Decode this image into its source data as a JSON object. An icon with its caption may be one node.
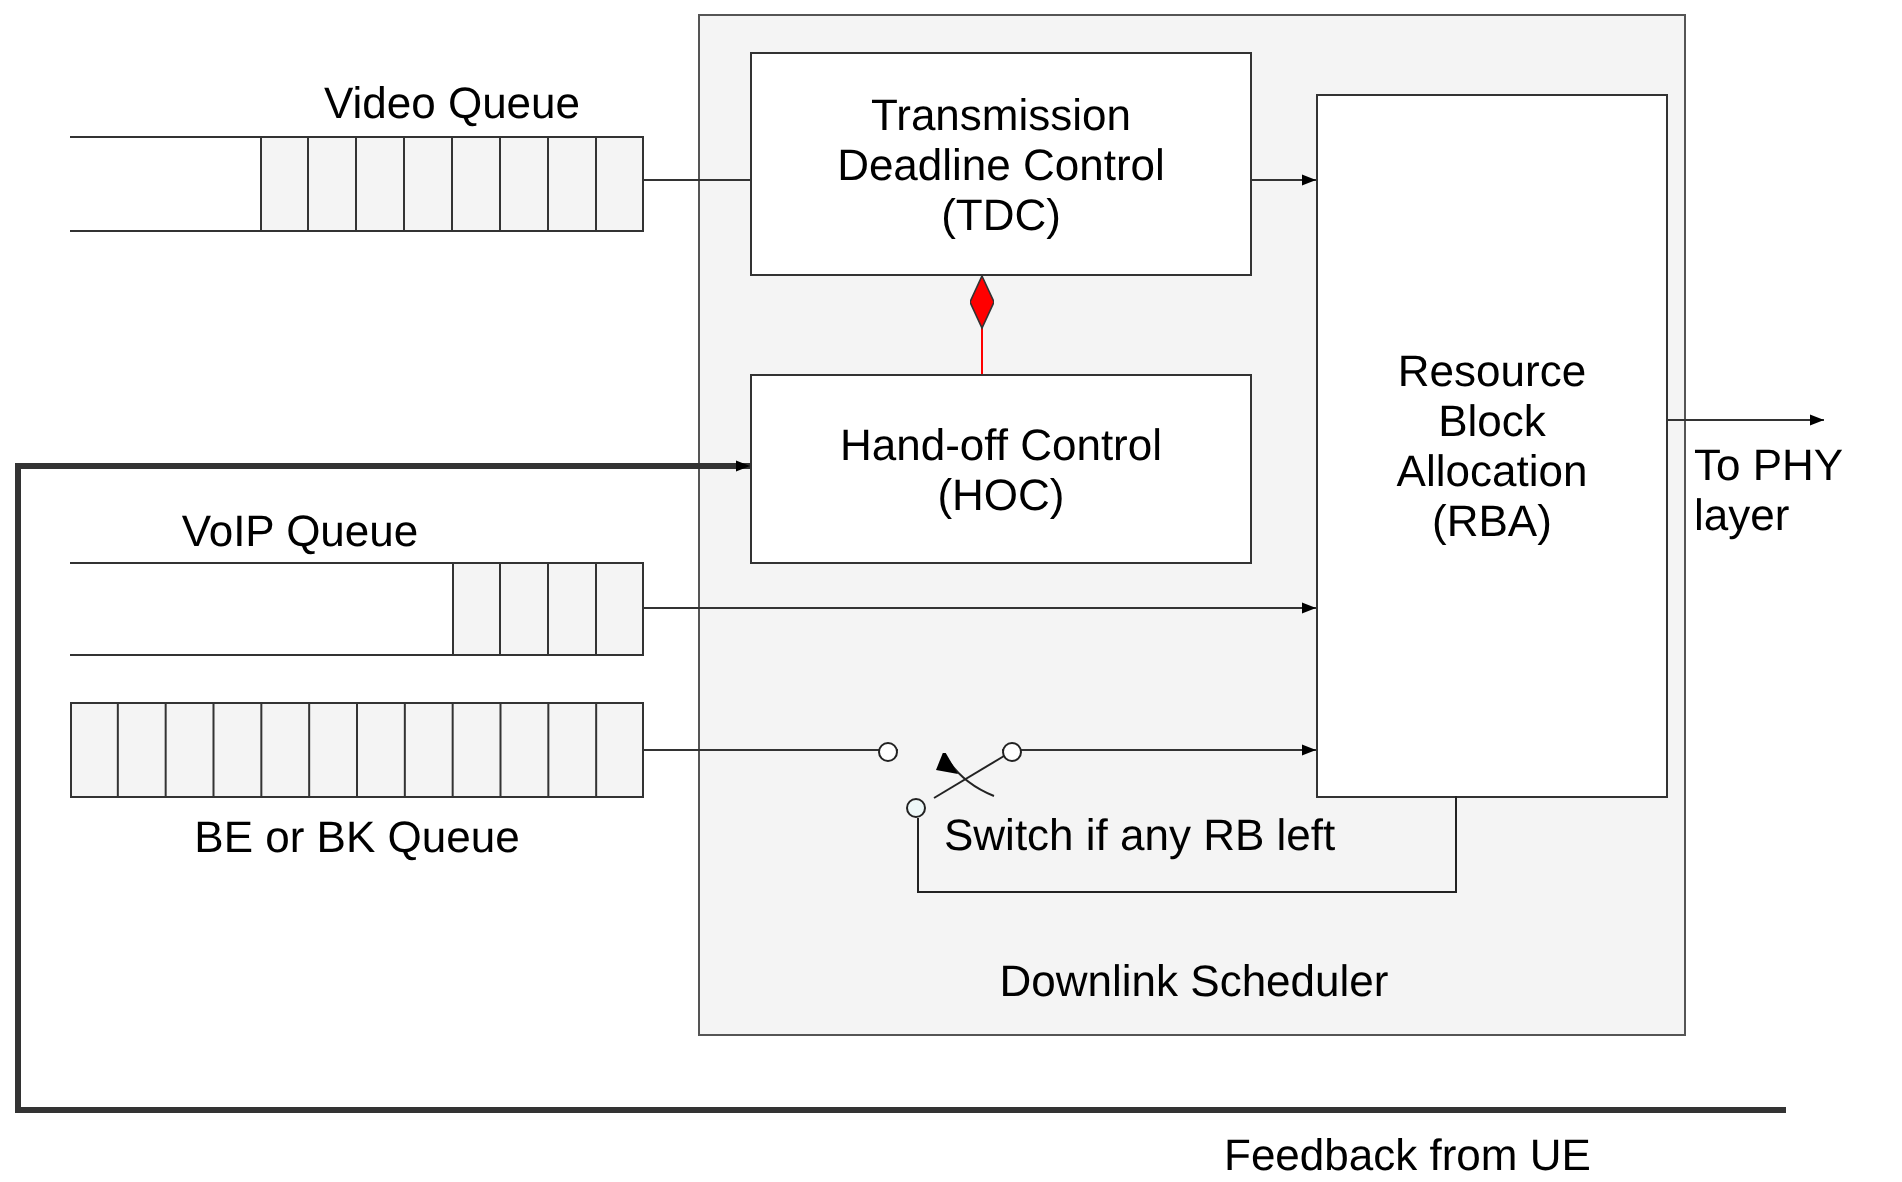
{
  "diagram": {
    "nodes": [
      {
        "text": [
          "Downlink Scheduler"
        ]
      },
      {
        "text": [
          "Transmission Deadline Control (TDC)"
        ],
        "in": 0
      },
      {
        "text": [
          "Hand-off Control (HOC)"
        ],
        "in": 0
      },
      {
        "text": [
          "Resource Block Allocation (RBA)"
        ],
        "in": 0
      },
      {
        "text": [
          "Video Queue"
        ]
      },
      {
        "text": [
          "VoIP Queue"
        ]
      },
      {
        "text": [
          "BE or BK Queue"
        ]
      }
    ],
    "edges": [
      {
        "from": 4,
        "to": 1,
        "arrow": "none"
      },
      {
        "from": 1,
        "to": 3,
        "arrow": "to"
      },
      {
        "from": 1,
        "to": 2,
        "arrow": "other",
        "color": "#ff0000"
      },
      {
        "from": 5,
        "to": 3,
        "arrow": "to"
      },
      {
        "from": 6,
        "to": 3,
        "arrow": "to"
      },
      {
        "from": null,
        "to": 2,
        "arrow": "to",
        "style": "thick",
        "label": "Feedback from UE"
      },
      {
        "from": 3,
        "to": null,
        "arrow": "to",
        "label": "To PHY layer"
      }
    ],
    "labels": [
      "Switch if any RB left"
    ]
  }
}
